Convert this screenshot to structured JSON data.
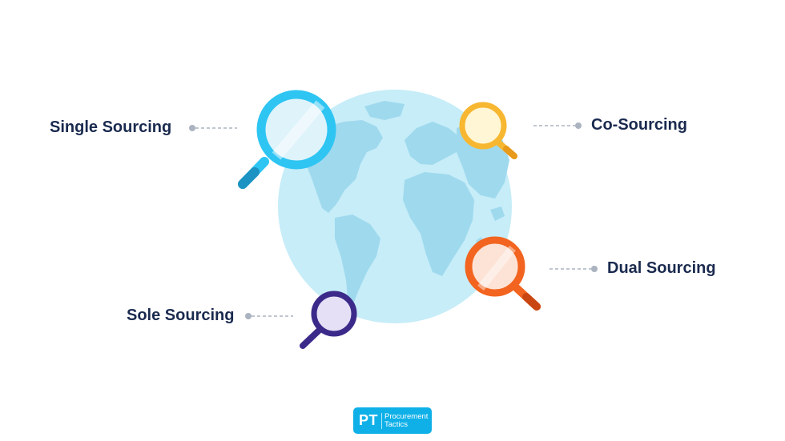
{
  "labels": {
    "single": "Single Sourcing",
    "co": "Co-Sourcing",
    "dual": "Dual Sourcing",
    "sole": "Sole Sourcing"
  },
  "logo": {
    "mark": "PT",
    "line1": "Procurement",
    "line2": "Tactics"
  },
  "colors": {
    "globe": "#c6edf8",
    "continents": "#9fd9ee",
    "text": "#1a2a4f",
    "connector": "#aab3bf",
    "single": "#2ec5f3",
    "co": "#f7b731",
    "dual": "#f2641f",
    "sole": "#3c2a8a",
    "logo": "#0fb0e8"
  }
}
